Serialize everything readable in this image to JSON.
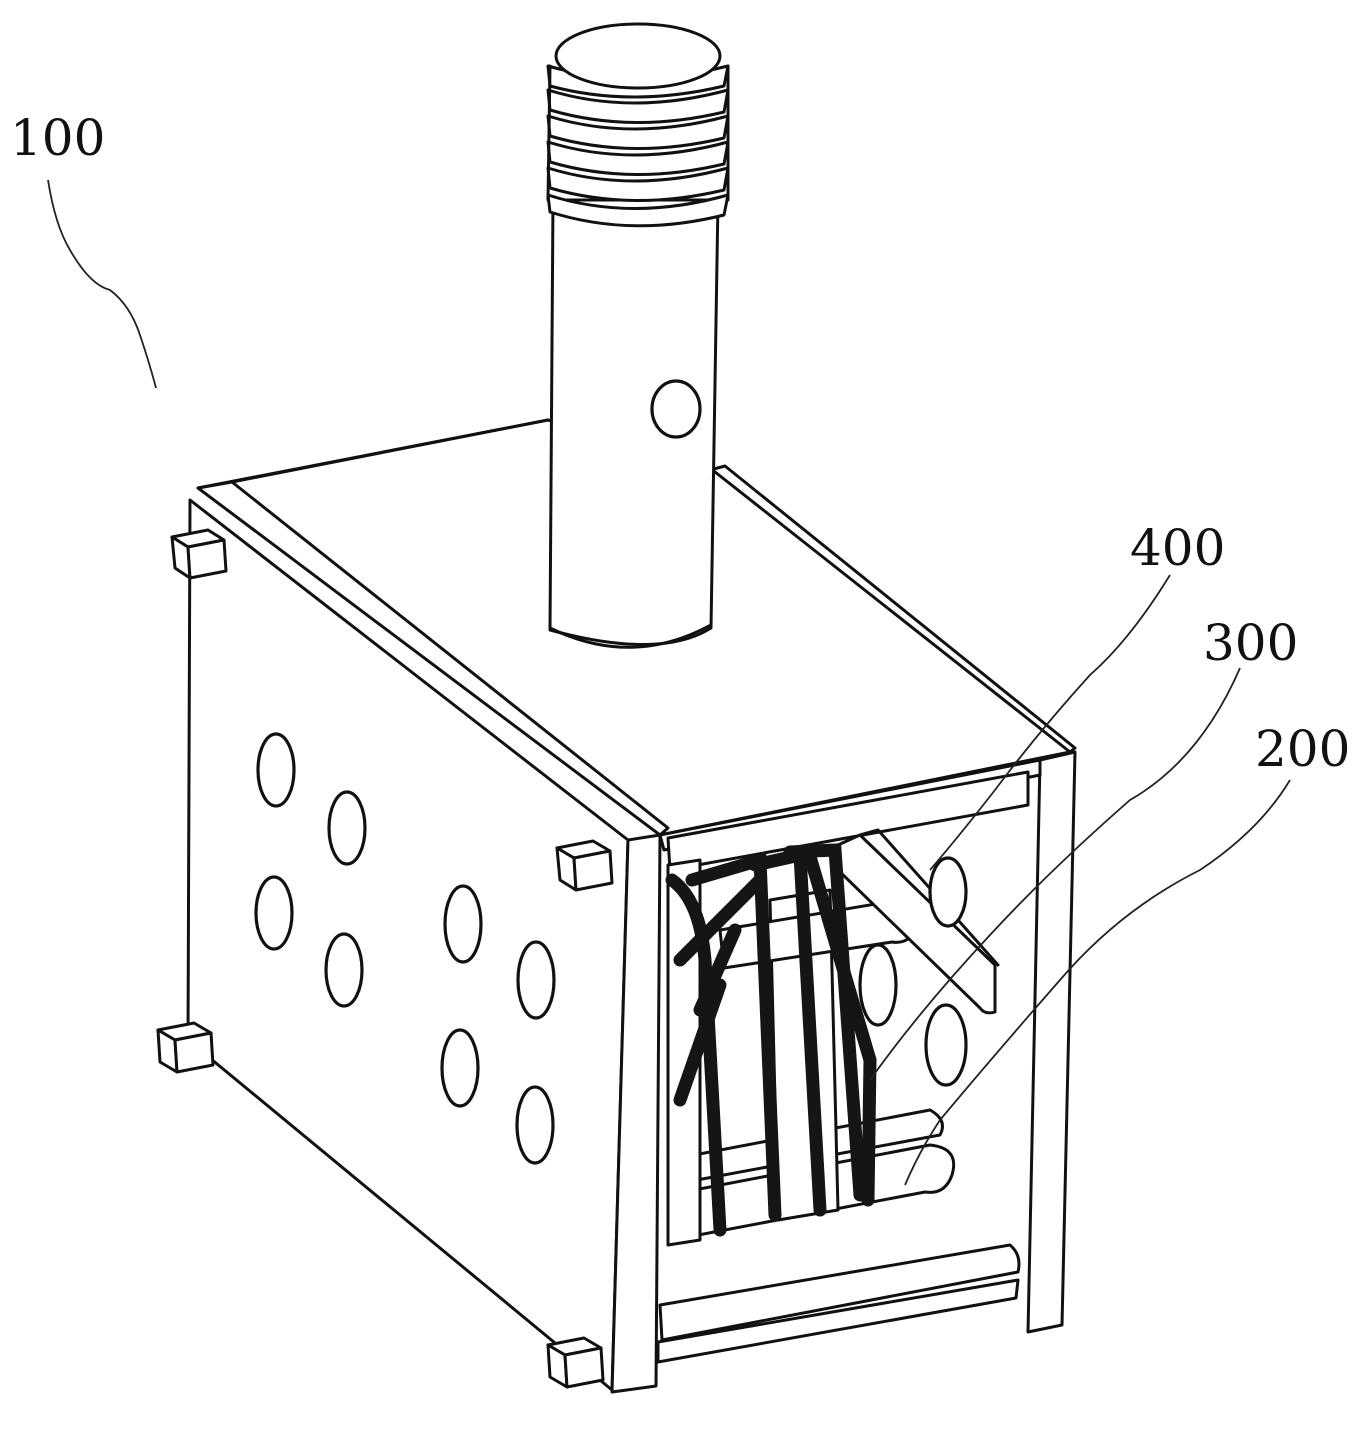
{
  "figure": {
    "labels": {
      "assembly": "100",
      "part_a": "400",
      "part_b": "300",
      "part_c": "200"
    },
    "colors": {
      "line": "#111111",
      "background": "#ffffff"
    }
  }
}
